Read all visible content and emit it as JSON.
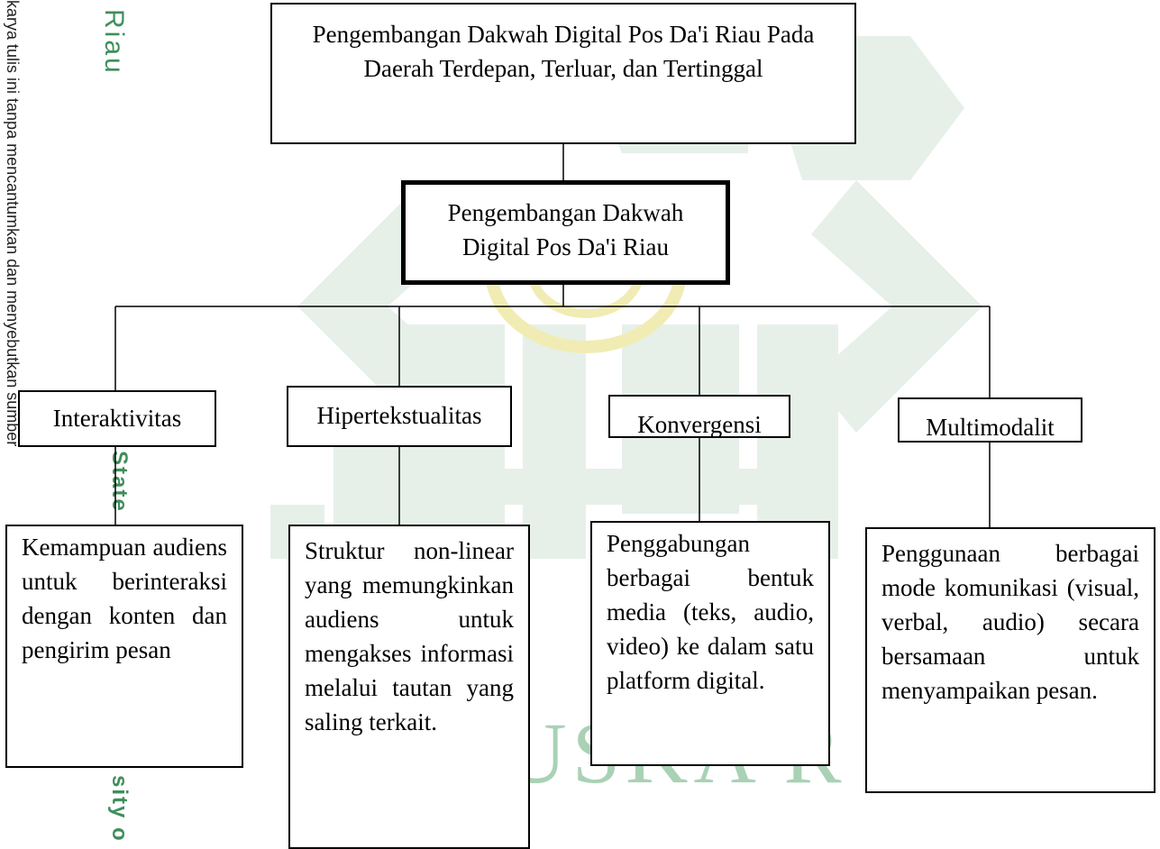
{
  "watermark": {
    "campus_top": "Riau",
    "campus_mid": "State",
    "campus_bottom": "sity o",
    "side_text": "karya tulis ini tanpa mencantumkan dan menyebutkan sumber",
    "big_text": "SUSKA R",
    "color": "#3f8f5b"
  },
  "diagram": {
    "top_node": "Pengembangan Dakwah Digital Pos Da'i Riau Pada Daerah Terdepan, Terluar, dan Tertinggal",
    "center_node": "Pengembangan Dakwah Digital Pos Da'i Riau",
    "branches": [
      {
        "title": "Interaktivitas",
        "description": "Kemampuan audiens untuk berinteraksi dengan konten dan pengirim pesan"
      },
      {
        "title": "Hipertekstualitas",
        "description": "Struktur non-linear yang memungkinkan audiens untuk mengakses informasi melalui tautan yang saling terkait."
      },
      {
        "title": "Konvergensi",
        "description": "Penggabungan berbagai bentuk media (teks, audio, video) ke dalam satu platform digital."
      },
      {
        "title": "Multimodalit",
        "description": "Penggunaan berbagai mode komunikasi (visual, verbal, audio) secara bersamaan untuk menyampaikan pesan."
      }
    ]
  }
}
